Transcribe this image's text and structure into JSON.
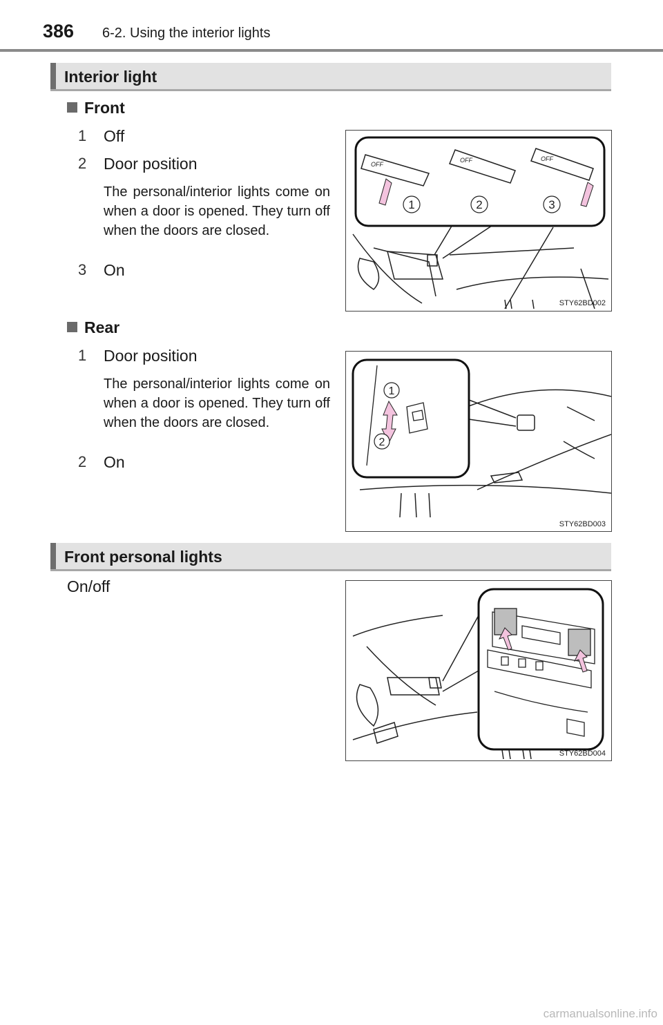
{
  "header": {
    "page_number": "386",
    "section": "6-2. Using the interior lights"
  },
  "interior_light": {
    "title": "Interior light",
    "front": {
      "heading": "Front",
      "items": [
        {
          "num": "1",
          "label": "Off"
        },
        {
          "num": "2",
          "label": "Door position",
          "desc": "The personal/interior lights come on when a door is opened. They turn off when the doors are closed."
        },
        {
          "num": "3",
          "label": "On"
        }
      ],
      "figure": {
        "code": "STY62BD002",
        "callouts": [
          "1",
          "2",
          "3"
        ],
        "switch_text": "OFF"
      }
    },
    "rear": {
      "heading": "Rear",
      "items": [
        {
          "num": "1",
          "label": "Door position",
          "desc": "The personal/interior lights come on when a door is opened. They turn off when the doors are closed."
        },
        {
          "num": "2",
          "label": "On"
        }
      ],
      "figure": {
        "code": "STY62BD003",
        "callouts": [
          "1",
          "2"
        ]
      }
    }
  },
  "front_personal": {
    "title": "Front personal lights",
    "text": "On/off",
    "figure": {
      "code": "STY62BD004"
    }
  },
  "watermark": "carmanualsonline.info",
  "colors": {
    "accent_arrow": "#f3c3de",
    "section_bar": "#e2e2e2"
  }
}
